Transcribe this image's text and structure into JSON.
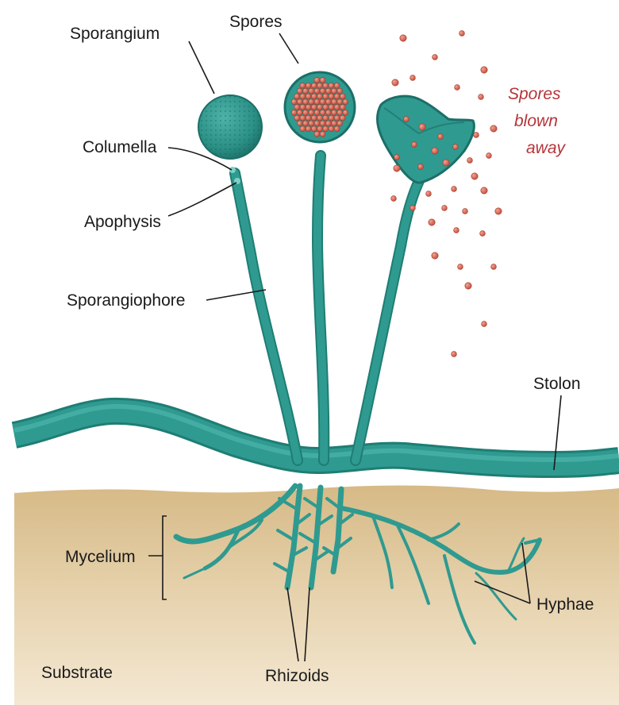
{
  "labels": {
    "sporangium": "Sporangium",
    "spores": "Spores",
    "columella": "Columella",
    "apophysis": "Apophysis",
    "sporangiophore": "Sporangiophore",
    "spores_blown_line1": "Spores",
    "spores_blown_line2": "blown",
    "spores_blown_line3": "away",
    "stolon": "Stolon",
    "mycelium": "Mycelium",
    "hyphae": "Hyphae",
    "substrate": "Substrate",
    "rhizoids": "Rhizoids"
  },
  "colors": {
    "fungus": "#2f9a90",
    "fungus_dark": "#1f7d74",
    "fungus_light": "#4cb4a9",
    "spore": "#c9503f",
    "spore_light": "#e08a78",
    "substrate_top": "#d8bc8a",
    "substrate_bottom": "#f3e6cf",
    "label_text": "#1a1a1a",
    "spores_blown_text": "#b5343a"
  }
}
